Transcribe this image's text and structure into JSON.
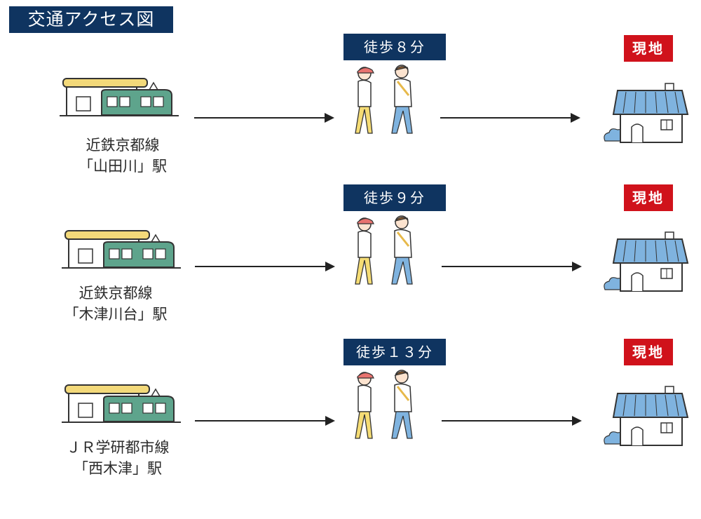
{
  "page_title": "交通アクセス図",
  "routes": [
    {
      "line": "近鉄京都線",
      "station": "「山田川」駅",
      "walk_label": "徒歩８分",
      "destination_label": "現地"
    },
    {
      "line": "近鉄京都線",
      "station": "「木津川台」駅",
      "walk_label": "徒歩９分",
      "destination_label": "現地"
    },
    {
      "line": "ＪＲ学研都市線",
      "station": "「西木津」駅",
      "walk_label": "徒歩１３分",
      "destination_label": "現地"
    }
  ],
  "colors": {
    "navy": "#0f3460",
    "red": "#d0121b",
    "train_green": "#5ea48c",
    "roof_yellow": "#f3d97a",
    "house_blue": "#7fb3df"
  },
  "icons": [
    "train-station-icon",
    "walking-people-icon",
    "house-icon",
    "arrow-right-icon"
  ]
}
